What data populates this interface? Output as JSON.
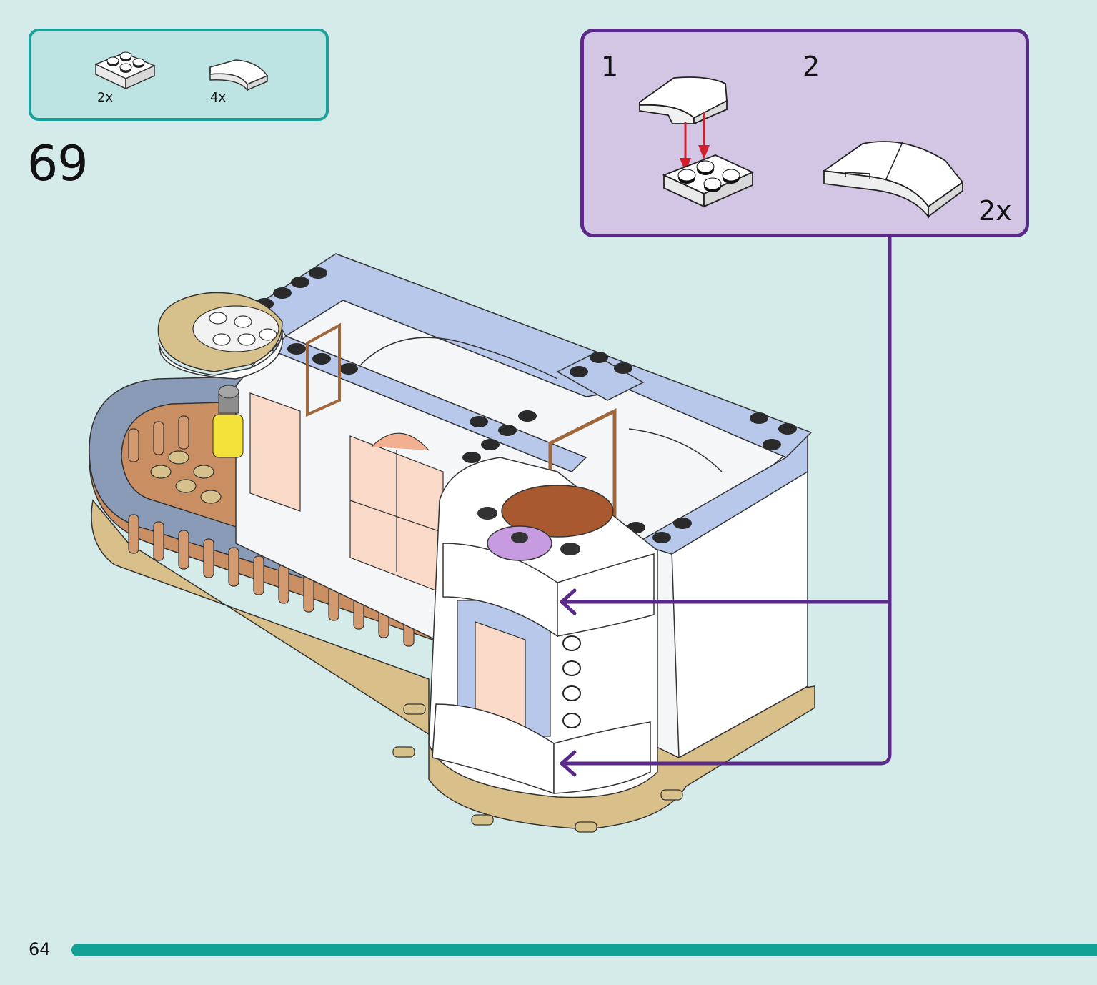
{
  "parts_list": {
    "items": [
      {
        "icon": "plate-2x2-white-icon",
        "qty": "2x"
      },
      {
        "icon": "curved-slope-white-icon",
        "qty": "4x"
      }
    ]
  },
  "step": {
    "number": "69"
  },
  "sub_assembly": {
    "steps": [
      {
        "number": "1",
        "icon": "slope-onto-plate-icon"
      },
      {
        "number": "2",
        "icon": "completed-subassembly-icon"
      }
    ],
    "multiplier": "2x",
    "callout_color": "#5c2a8a"
  },
  "model": {
    "icon": "building-model-icon"
  },
  "footer": {
    "page_number": "64",
    "progress_color": "#13a095"
  },
  "colors": {
    "parts_box_border": "#1aa19a",
    "background": "#d4ebea",
    "sub_box_bg": "#d3c6e4"
  }
}
